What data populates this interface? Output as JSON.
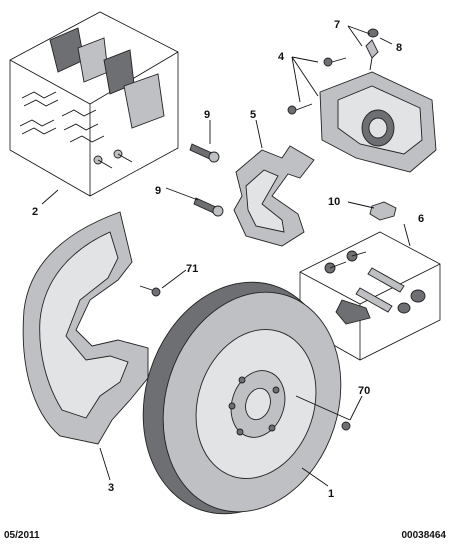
{
  "callouts": {
    "c1": "1",
    "c2": "2",
    "c3": "3",
    "c4": "4",
    "c5": "5",
    "c6": "6",
    "c7": "7",
    "c8": "8",
    "c9a": "9",
    "c9b": "9",
    "c10": "10",
    "c70": "70",
    "c71": "71"
  },
  "footer": {
    "date": "05/2011",
    "reference": "00038464"
  }
}
